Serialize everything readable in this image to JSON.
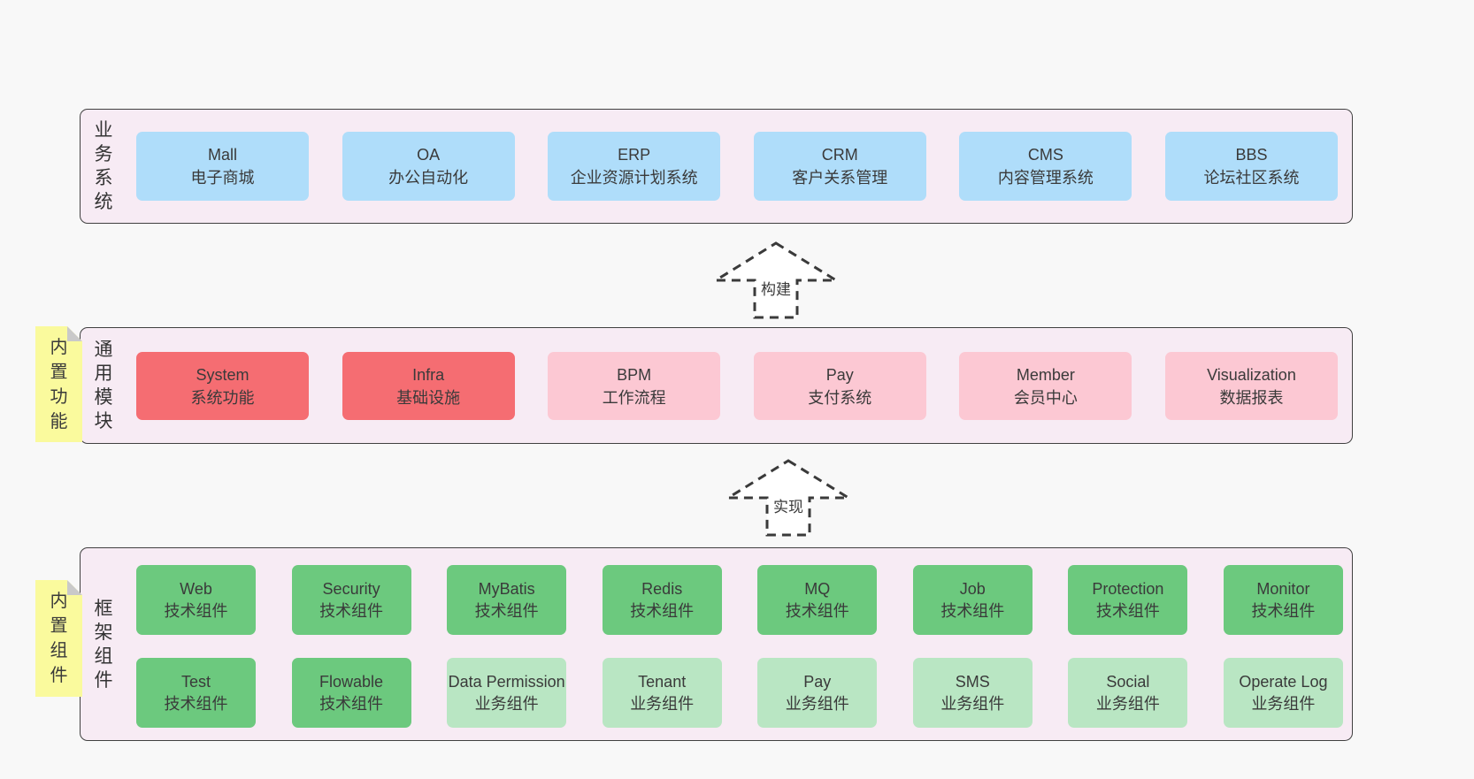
{
  "colors": {
    "background": "#f8f8f8",
    "layer_fill": "#f7ebf4",
    "layer_border": "#404040",
    "blue": "#afddfa",
    "red": "#f56d72",
    "pink": "#fcc8d3",
    "green": "#6cc97e",
    "light_green": "#b9e6c3",
    "sticky_yellow": "#fafa9d",
    "sticky_fold": "#c9c9c9",
    "text": "#3a3a3a"
  },
  "arrows": [
    {
      "label": "构建"
    },
    {
      "label": "实现"
    }
  ],
  "layers": {
    "business": {
      "label": "业务系统",
      "boxes": [
        {
          "title": "Mall",
          "subtitle": "电子商城",
          "color": "blue"
        },
        {
          "title": "OA",
          "subtitle": "办公自动化",
          "color": "blue"
        },
        {
          "title": "ERP",
          "subtitle": "企业资源计划系统",
          "color": "blue"
        },
        {
          "title": "CRM",
          "subtitle": "客户关系管理",
          "color": "blue"
        },
        {
          "title": "CMS",
          "subtitle": "内容管理系统",
          "color": "blue"
        },
        {
          "title": "BBS",
          "subtitle": "论坛社区系统",
          "color": "blue"
        }
      ]
    },
    "modules": {
      "label": "通用模块",
      "sticky": "内置功能",
      "boxes": [
        {
          "title": "System",
          "subtitle": "系统功能",
          "color": "red"
        },
        {
          "title": "Infra",
          "subtitle": "基础设施",
          "color": "red"
        },
        {
          "title": "BPM",
          "subtitle": "工作流程",
          "color": "pink"
        },
        {
          "title": "Pay",
          "subtitle": "支付系统",
          "color": "pink"
        },
        {
          "title": "Member",
          "subtitle": "会员中心",
          "color": "pink"
        },
        {
          "title": "Visualization",
          "subtitle": "数据报表",
          "color": "pink"
        }
      ]
    },
    "framework": {
      "label": "框架组件",
      "sticky": "内置组件",
      "boxes": [
        {
          "title": "Web",
          "subtitle": "技术组件",
          "color": "green"
        },
        {
          "title": "Security",
          "subtitle": "技术组件",
          "color": "green"
        },
        {
          "title": "MyBatis",
          "subtitle": "技术组件",
          "color": "green"
        },
        {
          "title": "Redis",
          "subtitle": "技术组件",
          "color": "green"
        },
        {
          "title": "MQ",
          "subtitle": "技术组件",
          "color": "green"
        },
        {
          "title": "Job",
          "subtitle": "技术组件",
          "color": "green"
        },
        {
          "title": "Protection",
          "subtitle": "技术组件",
          "color": "green"
        },
        {
          "title": "Monitor",
          "subtitle": "技术组件",
          "color": "green"
        },
        {
          "title": "Test",
          "subtitle": "技术组件",
          "color": "green"
        },
        {
          "title": "Flowable",
          "subtitle": "技术组件",
          "color": "green"
        },
        {
          "title": "Data Permission",
          "subtitle": "业务组件",
          "color": "lightgreen"
        },
        {
          "title": "Tenant",
          "subtitle": "业务组件",
          "color": "lightgreen"
        },
        {
          "title": "Pay",
          "subtitle": "业务组件",
          "color": "lightgreen"
        },
        {
          "title": "SMS",
          "subtitle": "业务组件",
          "color": "lightgreen"
        },
        {
          "title": "Social",
          "subtitle": "业务组件",
          "color": "lightgreen"
        },
        {
          "title": "Operate Log",
          "subtitle": "业务组件",
          "color": "lightgreen"
        }
      ]
    }
  }
}
